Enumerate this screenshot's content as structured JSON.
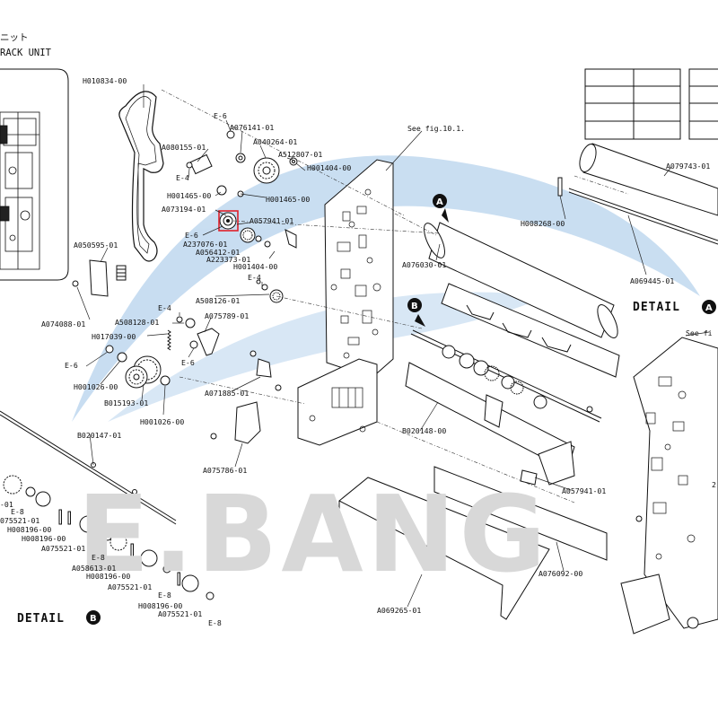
{
  "header": {
    "title_jp_fragment": "ニット",
    "title_en_fragment": "RACK UNIT"
  },
  "watermark": {
    "text": "E.BANG",
    "color": "#d8d8d8",
    "swoosh_color": "#7fb0dd"
  },
  "highlight_color": "#e0202a",
  "details": {
    "a_label": "DETAIL",
    "a_letter": "A",
    "b_label": "DETAIL",
    "b_letter": "B"
  },
  "arrow_markers": {
    "a": "A",
    "b": "B"
  },
  "references": {
    "fig_10_1": "See fig.10.1.",
    "fig_right": "See fi"
  },
  "part_labels": {
    "H010834_00": "H010834-00",
    "E6_top": "E-6",
    "A076141_01": "A076141-01",
    "A040264_01": "A040264-01",
    "A080155_01": "A080155-01",
    "A512807_01": "A512807-01",
    "H001404_00_top": "H001404-00",
    "E4_top": "E-4",
    "H001465_00_left": "H001465-00",
    "H001465_00_right": "H001465-00",
    "A073194_01": "A073194-01",
    "A057941_01_top": "A057941-01",
    "E6_mid": "E-6",
    "A237076_01": "A237076-01",
    "A056412_01": "A056412-01",
    "A223373_01": "A223373-01",
    "H001404_00_mid": "H001404-00",
    "A050595_01": "A050595-01",
    "E4_mid": "E-4",
    "A074088_01": "A074088-01",
    "A508126_01": "A508126-01",
    "E4_low": "E-4",
    "A508128_01": "A508128-01",
    "A075789_01": "A075789-01",
    "H017039_00": "H017039-00",
    "E6_left": "E-6",
    "E6_low": "E-6",
    "H001026_00_a": "H001026-00",
    "A071885_01": "A071885-01",
    "B015193_01": "B015193-01",
    "H001026_00_b": "H001026-00",
    "B020147_01": "B020147-01",
    "A075786_01": "A075786-01",
    "A076030_01": "A076030-01",
    "A079743_01": "A079743-01",
    "H008268_00": "H008268-00",
    "A069445_01": "A069445-01",
    "B020148_00": "B020148-00",
    "A057941_01_low": "A057941-01",
    "A076092_00": "A076092-00",
    "A069265_01": "A069265-01",
    "b_01": "-01",
    "b_E8_a": "E-8",
    "b_075521_01": "075521-01",
    "b_H008196_00_a": "H008196-00",
    "b_H008196_00_b": "H008196-00",
    "b_A075521_01_a": "A075521-01",
    "b_E8_b": "E-8",
    "b_A058613_01": "A058613-01",
    "b_H008196_00_c": "H008196-00",
    "b_A075521_01_b": "A075521-01",
    "b_E8_c": "E-8",
    "b_H008196_00_d": "H008196-00",
    "b_A075521_01_c": "A075521-01",
    "b_E8_d": "E-8",
    "right_2": "2"
  }
}
